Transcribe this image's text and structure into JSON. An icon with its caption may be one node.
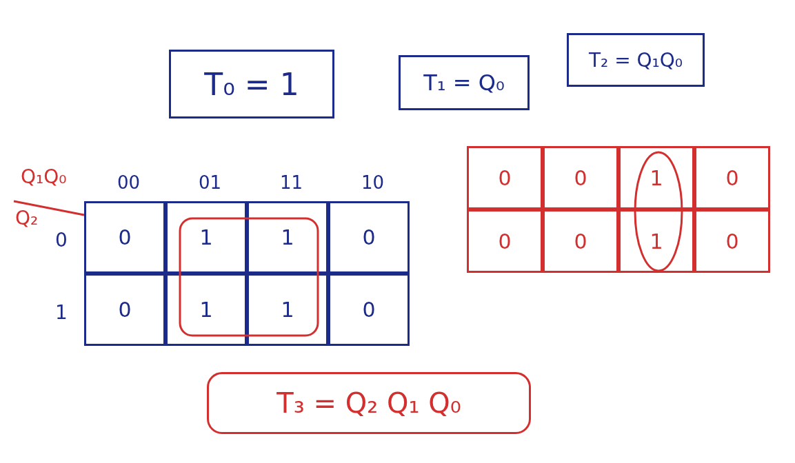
{
  "diagram": {
    "nodes": [
      {
        "text": [
          "T₀ = 1"
        ]
      },
      {
        "text": [
          "T₁ = Q₀"
        ]
      },
      {
        "text": [
          "T₂ = Q₁Q₀"
        ]
      },
      {
        "text": [
          "T₃ = Q₂ Q₁ Q₀"
        ]
      },
      {
        "text": [],
        "shape": "box"
      },
      {
        "text": [],
        "shape": "ellipse"
      }
    ],
    "edges": [],
    "labels": [
      "Q₁Q₀",
      "00",
      "01",
      "11",
      "10",
      "Q₂",
      "0",
      "0",
      "1",
      "1",
      "0",
      "1",
      "0",
      "1",
      "1",
      "0",
      "0",
      "0",
      "1",
      "0",
      "0",
      "0",
      "1",
      "0"
    ]
  }
}
